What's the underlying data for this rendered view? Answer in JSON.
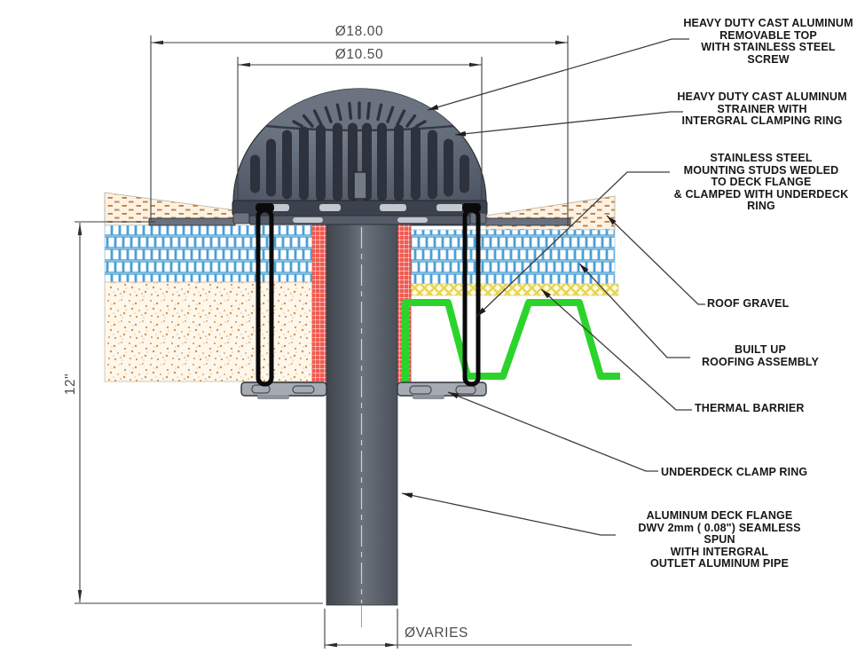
{
  "drawing_title": "roof-drain-section",
  "colors": {
    "deck_green": "#2bd42b",
    "red_hatch_bg": "#f05a50",
    "brick_blue": "#4a9fd4",
    "gravel_orange": "#c97e3e",
    "speckle_orange": "#dd8c3e",
    "yellow_hatch": "#e8d44e",
    "metal_dark": "#5c6472",
    "line_color": "#3d3d3d"
  },
  "dimensions": {
    "outer_diameter": "Ø18.00",
    "strainer_diameter": "Ø10.50",
    "depth": "12\"",
    "outlet": "ØVARIES"
  },
  "callouts": {
    "removable_top": "HEAVY DUTY CAST ALUMINUM\nREMOVABLE TOP\nWITH STAINLESS STEEL SCREW",
    "strainer": "HEAVY DUTY CAST ALUMINUM\nSTRAINER WITH\nINTERGRAL CLAMPING RING",
    "mounting_studs": "STAINLESS STEEL\nMOUNTING STUDS WEDLED\nTO DECK FLANGE\n& CLAMPED WITH UNDERDECK RING",
    "roof_gravel": "ROOF GRAVEL",
    "built_up": "BUILT UP\nROOFING ASSEMBLY",
    "thermal_barrier": "THERMAL BARRIER",
    "underdeck_ring": "UNDERDECK CLAMP RING",
    "deck_flange": "ALUMINUM DECK FLANGE\nDWV 2mm ( 0.08\") SEAMLESS SPUN\nWITH INTERGRAL\nOUTLET ALUMINUM PIPE"
  }
}
